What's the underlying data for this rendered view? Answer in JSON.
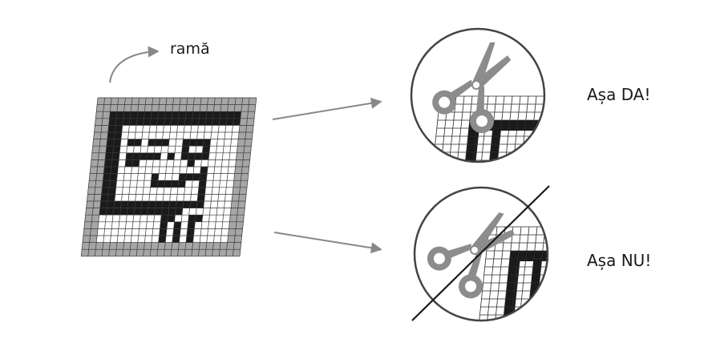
{
  "labels": {
    "frame": "ramă",
    "correct": "Așa DA!",
    "wrong": "Așa NU!"
  },
  "colors": {
    "ink": "#1a1a1a",
    "frame_grey": "#a6a6a6",
    "grid_line": "#3a3a3a",
    "arrow_grey": "#888888",
    "scissors_grey": "#8c8c8c"
  },
  "icons": {
    "scissors": "scissors-icon",
    "strike": "strike-through-line"
  }
}
